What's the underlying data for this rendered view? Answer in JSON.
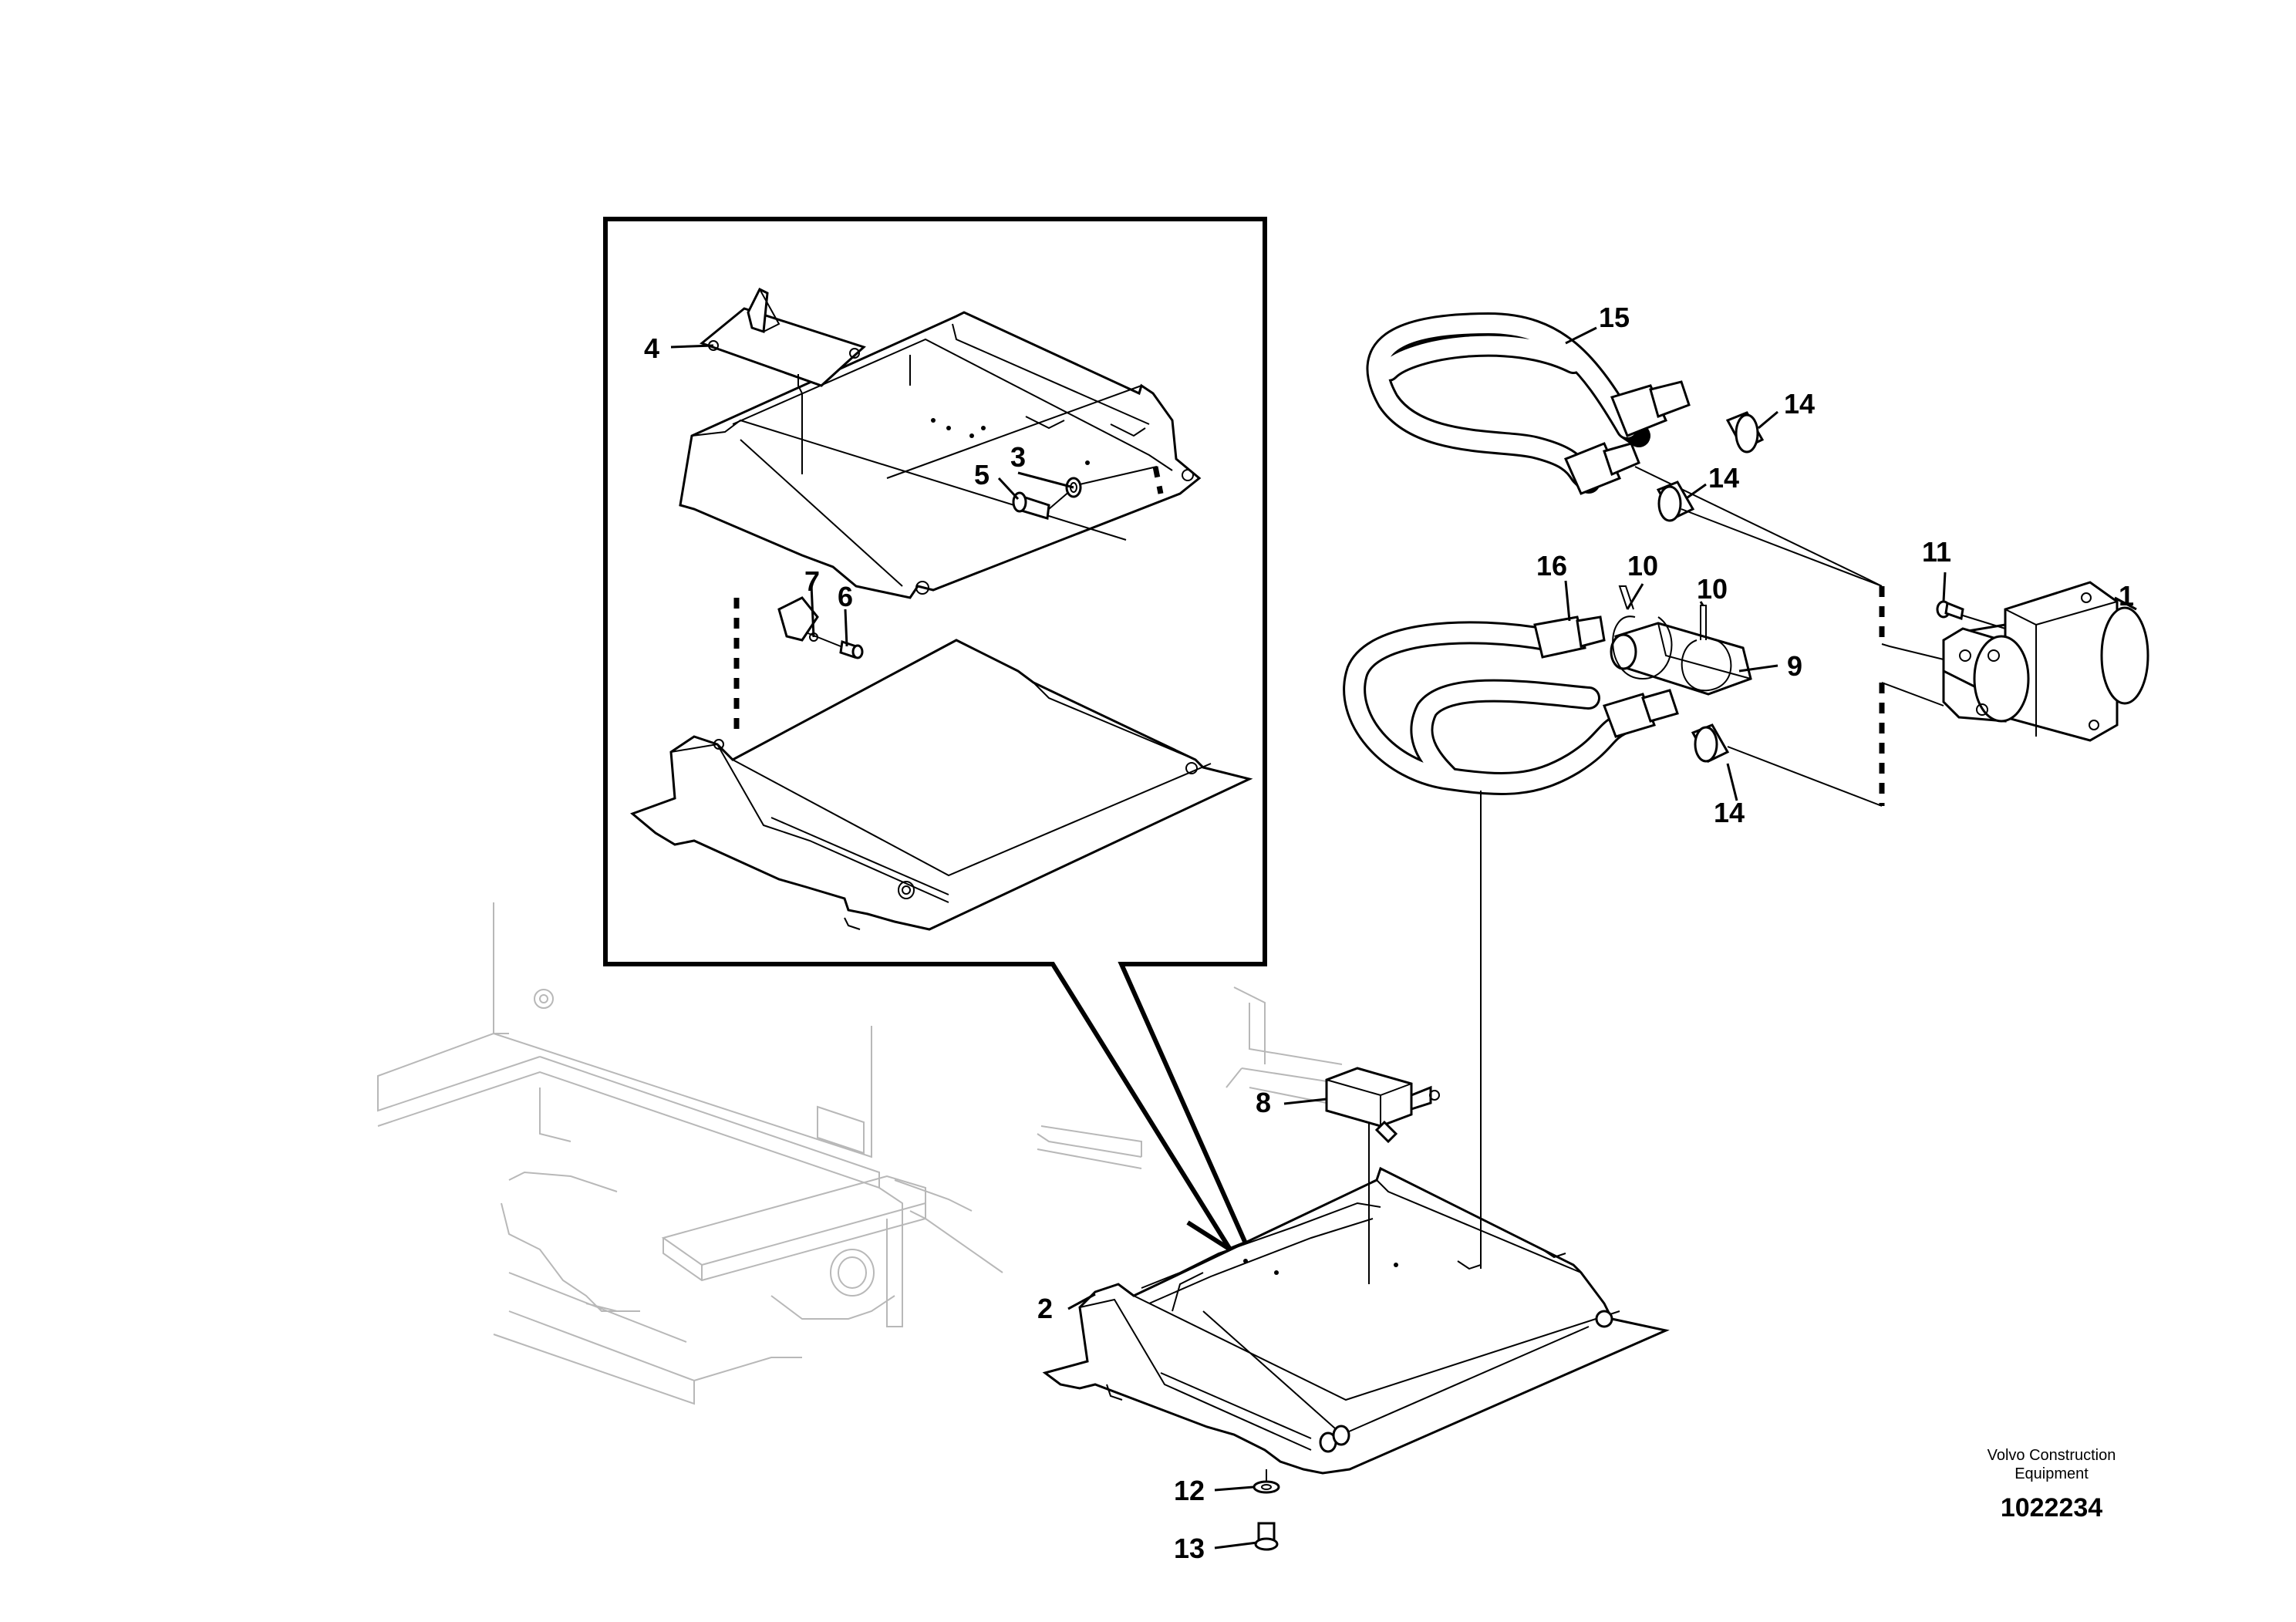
{
  "publisher": {
    "line1": "Volvo Construction",
    "line2": "Equipment"
  },
  "drawing_number": "1022234",
  "callouts": [
    "1",
    "2",
    "3",
    "4",
    "5",
    "6",
    "7",
    "8",
    "9",
    "10",
    "10",
    "11",
    "12",
    "13",
    "14",
    "14",
    "14",
    "15",
    "16"
  ]
}
